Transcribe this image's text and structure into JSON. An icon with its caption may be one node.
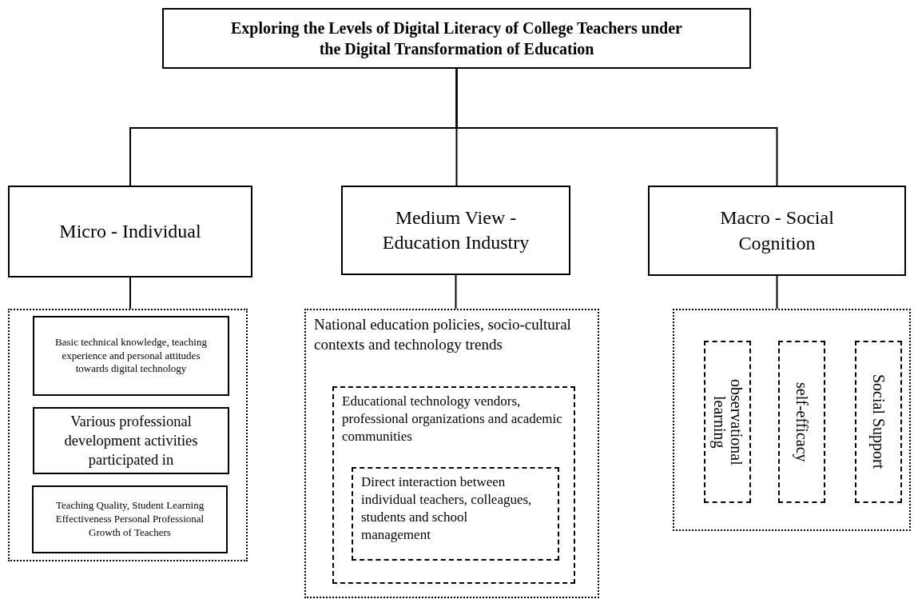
{
  "diagram": {
    "nodes": [
      {
        "text": [
          "Exploring the Levels of Digital Literacy of College Teachers under the Digital Transformation of Education"
        ]
      },
      {
        "text": [
          "Micro - Individual"
        ]
      },
      {
        "text": [
          "Medium View - Education Industry"
        ]
      },
      {
        "text": [
          "Macro - Social Cognition"
        ]
      },
      {
        "text": [],
        "shape": "box"
      },
      {
        "text": [
          "Basic technical knowledge, teaching experience and personal attitudes towards digital technology"
        ],
        "in": 4
      },
      {
        "text": [
          "Various professional development activities participated in"
        ],
        "in": 4
      },
      {
        "text": [
          "Teaching Quality, Student Learning Effectiveness Personal Professional Growth of Teachers"
        ],
        "in": 4
      },
      {
        "text": [
          "National education policies, socio-cultural contexts and technology trends"
        ]
      },
      {
        "text": [
          "Educational technology vendors, professional organizations and academic communities"
        ],
        "in": 8
      },
      {
        "text": [
          "Direct interaction between individual teachers, colleagues, students and school management"
        ],
        "in": 9
      },
      {
        "text": [],
        "shape": "box"
      },
      {
        "text": [
          "observational learning"
        ],
        "in": 11
      },
      {
        "text": [
          "self-efficacy"
        ],
        "in": 11
      },
      {
        "text": [
          "Social Support"
        ],
        "in": 11
      }
    ],
    "edges": [
      {
        "from": 0,
        "to": 1,
        "arrow": "none"
      },
      {
        "from": 0,
        "to": 2,
        "arrow": "none"
      },
      {
        "from": 0,
        "to": 3,
        "arrow": "none"
      },
      {
        "from": 1,
        "to": 4,
        "arrow": "none"
      },
      {
        "from": 2,
        "to": 8,
        "arrow": "none"
      },
      {
        "from": 3,
        "to": 11,
        "arrow": "none"
      }
    ]
  }
}
